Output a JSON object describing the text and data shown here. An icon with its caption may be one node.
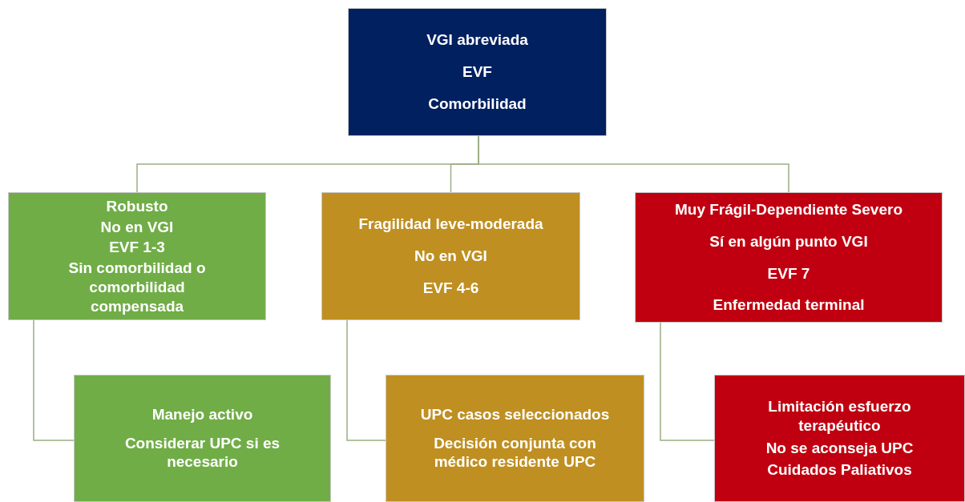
{
  "diagram": {
    "nodes": [
      {
        "text": [
          "VGI abreviada",
          "EVF",
          "Comorbilidad"
        ]
      },
      {
        "text": [
          "Robusto",
          "No en VGI",
          "EVF 1-3",
          "Sin comorbilidad o comorbilidad compensada"
        ]
      },
      {
        "text": [
          "Fragilidad leve-moderada",
          "No en VGI",
          "EVF 4-6"
        ]
      },
      {
        "text": [
          "Muy Frágil-Dependiente Severo",
          "Sí en algún punto VGI",
          "EVF 7",
          "Enfermedad terminal"
        ]
      },
      {
        "text": [
          "Manejo activo",
          "Considerar UPC si es necesario"
        ]
      },
      {
        "text": [
          "UPC casos seleccionados",
          "Decisión conjunta con médico residente UPC"
        ]
      },
      {
        "text": [
          "Limitación esfuerzo terapéutico",
          "No se aconseja UPC",
          "Cuidados Paliativos"
        ]
      }
    ],
    "edges": [
      {
        "from": 0,
        "to": 1,
        "arrow": "none"
      },
      {
        "from": 0,
        "to": 2,
        "arrow": "none"
      },
      {
        "from": 0,
        "to": 3,
        "arrow": "none"
      },
      {
        "from": 1,
        "to": 4,
        "arrow": "none"
      },
      {
        "from": 2,
        "to": 5,
        "arrow": "none"
      },
      {
        "from": 3,
        "to": 6,
        "arrow": "none"
      }
    ]
  }
}
